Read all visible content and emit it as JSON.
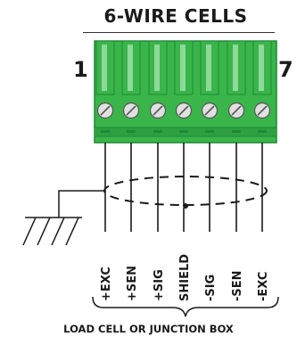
{
  "title": "6-WIRE CELLS",
  "pin_first": "1",
  "pin_last": "7",
  "terminals": [
    "+EXC",
    "+SEN",
    "+SIG",
    "SHIELD",
    "-SIG",
    "-SEN",
    "-EXC"
  ],
  "footer": "LOAD CELL OR JUNCTION BOX",
  "colors": {
    "terminal_green": "#39b54a",
    "terminal_dark": "#1e8a35",
    "terminal_light": "#8ed99a",
    "screw_face": "#e0e0e0",
    "line": "#1a1a1a"
  },
  "icons": [
    "screw-icon",
    "ground-icon"
  ]
}
